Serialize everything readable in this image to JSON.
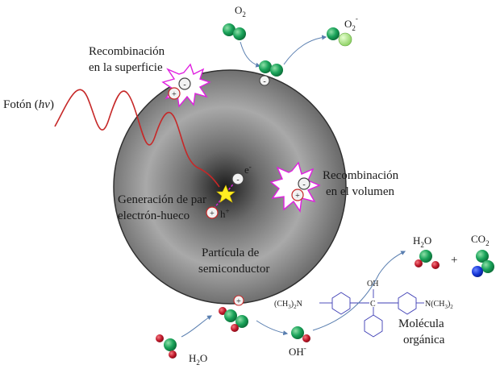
{
  "labels": {
    "surface_recomb_1": "Recombinación",
    "surface_recomb_2": "en la superficie",
    "photon_prefix": "Fotón (",
    "photon_hv": "hν",
    "photon_suffix": ")",
    "generation_1": "Generación de par",
    "generation_2": "electrón-hueco",
    "volume_recomb_1": "Recombinación",
    "volume_recomb_2": "en el volumen",
    "particle_1": "Partícula de",
    "particle_2": "semiconductor",
    "organic_1": "Molécula",
    "organic_2": "orgánica"
  },
  "species": {
    "o2_base": "O",
    "o2_sub": "2",
    "superoxide_base": "O",
    "superoxide_sub": "2",
    "superoxide_sup": "-",
    "h2o_top_h": "H",
    "h2o_top_sub": "2",
    "h2o_top_o": "O",
    "co2_base": "CO",
    "co2_sub": "2",
    "plus": "+",
    "h2o_bottom_h": "H",
    "h2o_bottom_sub": "2",
    "h2o_bottom_o": "O",
    "oh_base": "OH",
    "oh_sup": "-"
  },
  "charges": {
    "electron_sign": "-",
    "hole_sign": "+",
    "electron_label": "e",
    "electron_label_sup": "-",
    "hole_label": "h",
    "hole_label_sup": "+"
  },
  "structure": {
    "oh": "OH",
    "carbon": "C",
    "left_amine_a": "(CH",
    "left_amine_b": "3",
    "left_amine_c": ")",
    "left_amine_d": "2",
    "left_amine_e": "N",
    "right_amine_a": "N(CH",
    "right_amine_b": "3",
    "right_amine_c": ")",
    "right_amine_d": "2"
  },
  "colors": {
    "particle_center": "#dcdcdc",
    "particle_edge": "#3d3d3d",
    "oxygen_atom": "#1aa35a",
    "oxygen_light": "#9bdc7a",
    "hydrogen_atom": "#c0182a",
    "carbon_blue": "#1536d8",
    "photon_wave": "#c62828",
    "spark_burst": "#e020e0",
    "arrow": "#5a7fb0",
    "molecule_lines": "#3c3cb4"
  }
}
